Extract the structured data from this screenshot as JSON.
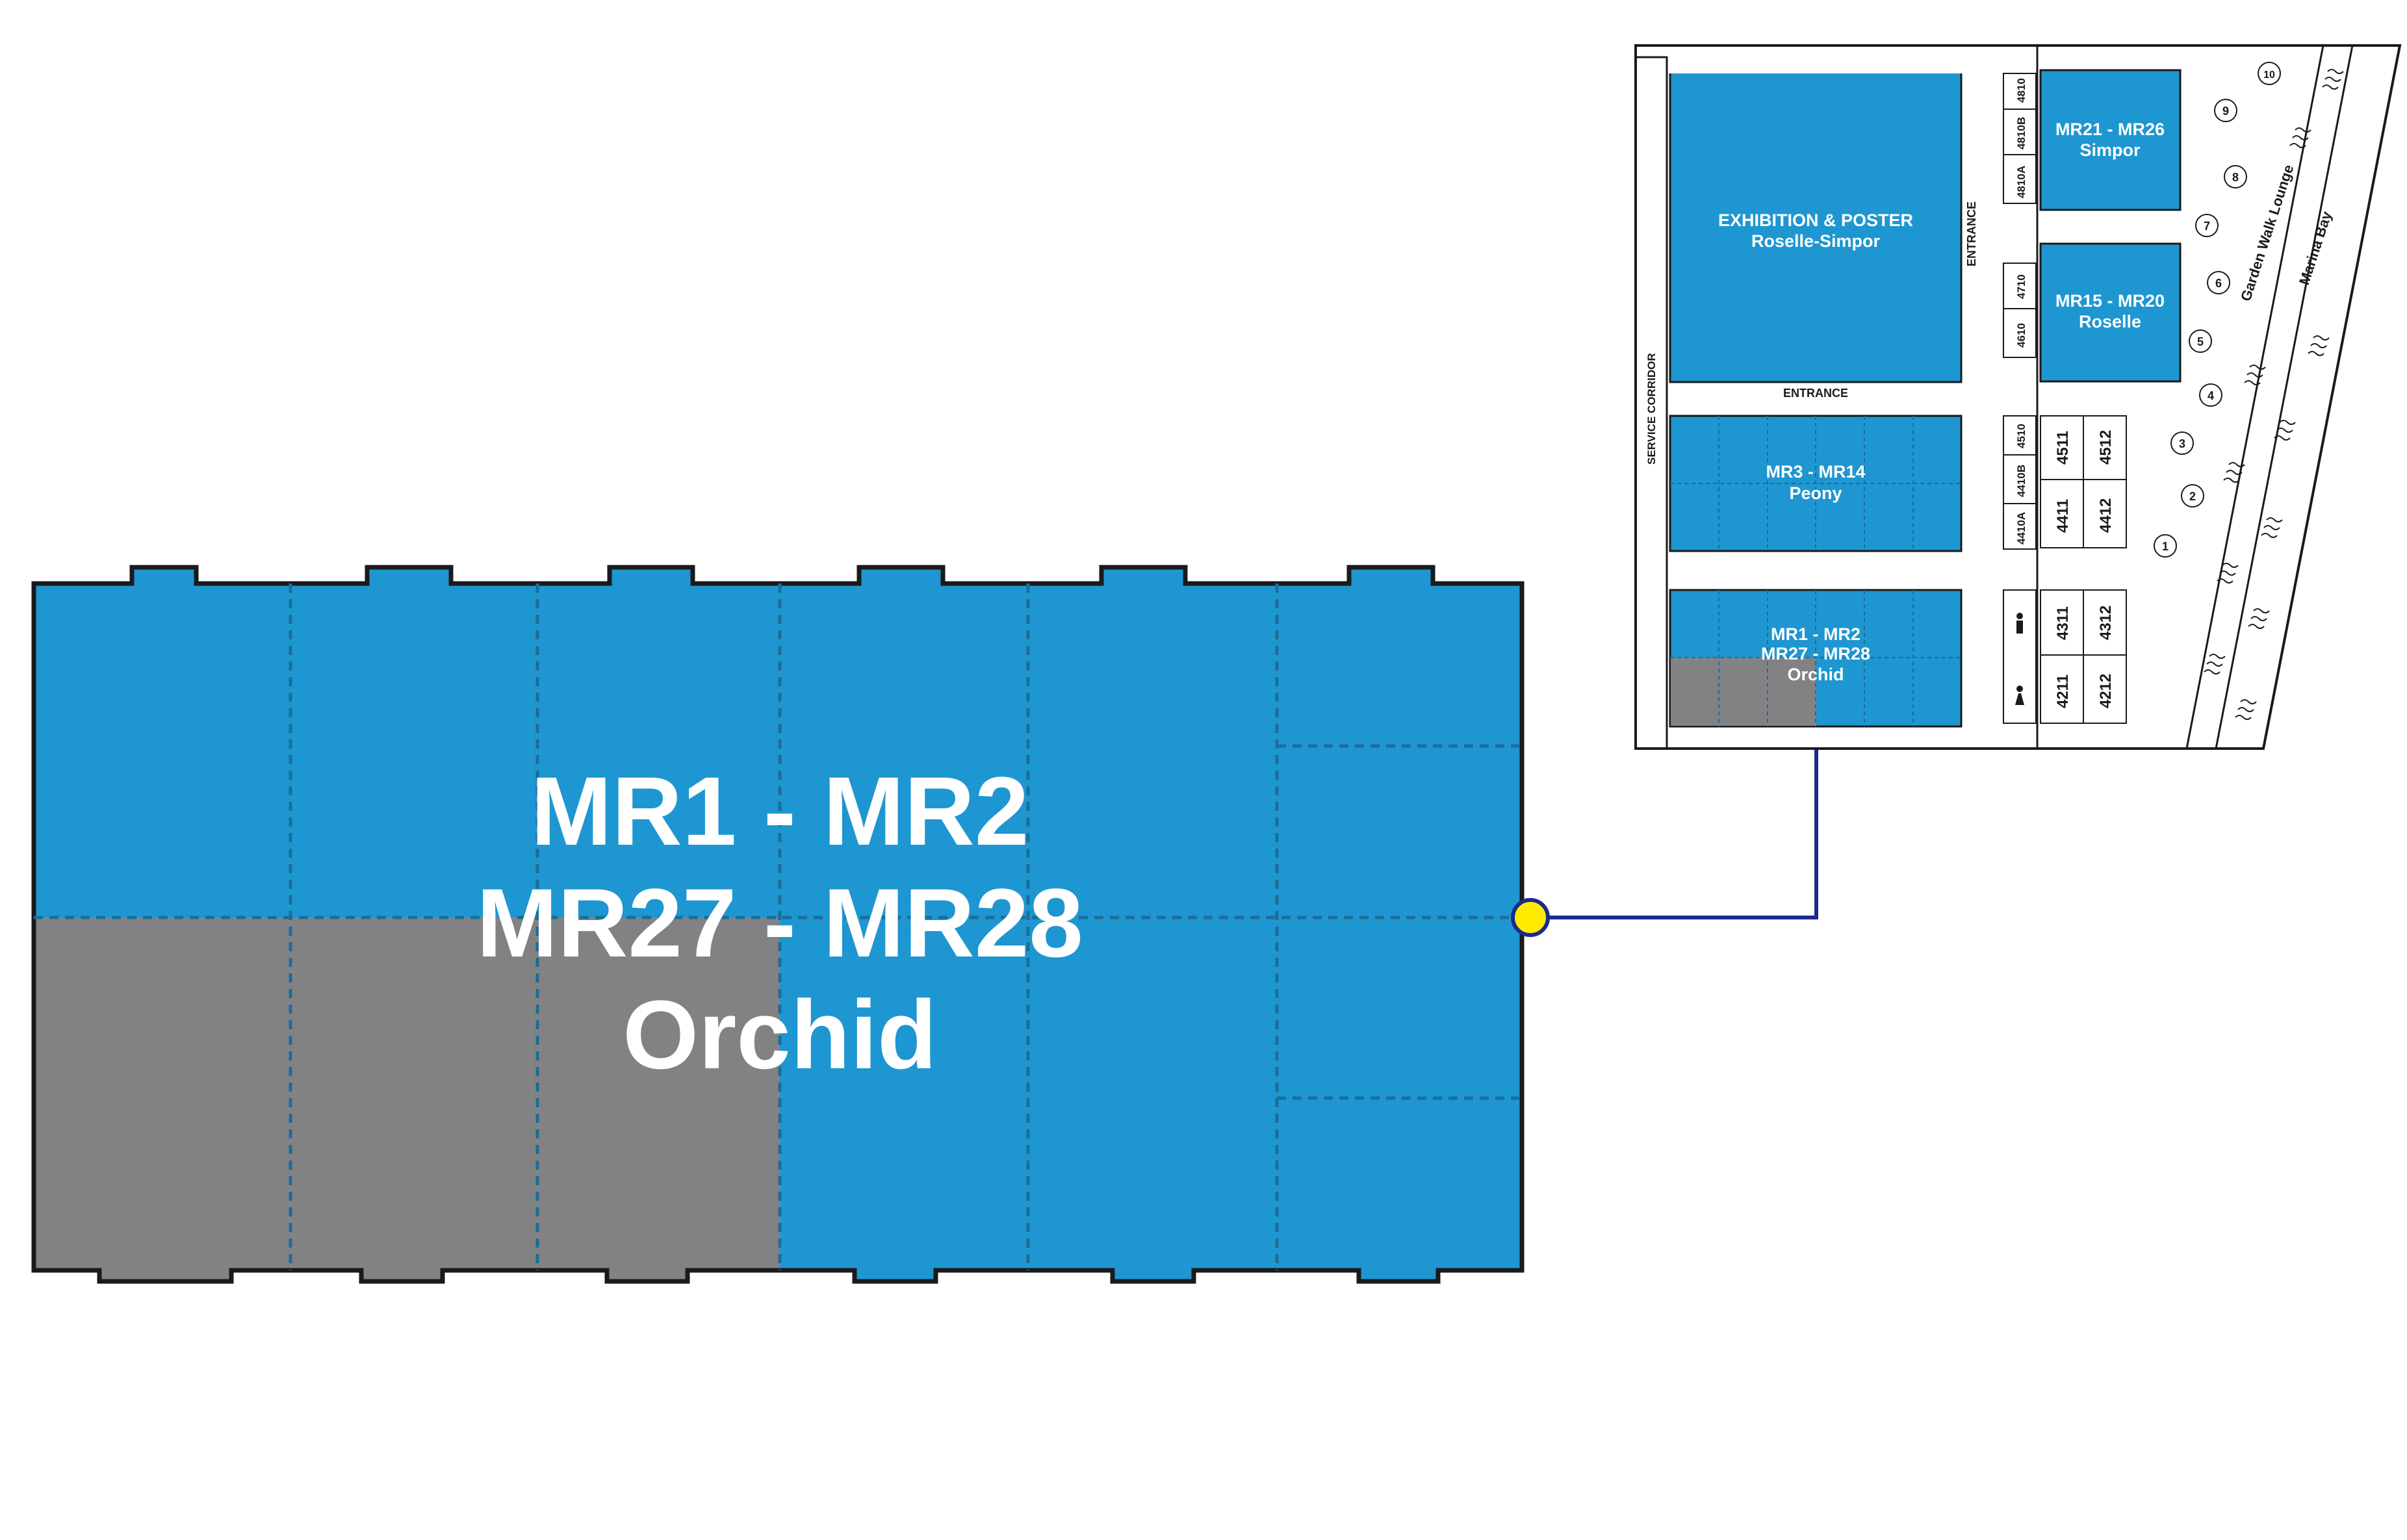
{
  "colors": {
    "room_blue": "#1e96d1",
    "room_grey": "#828285",
    "outline": "#1a1a1a",
    "dashed": "#1a6e99",
    "connector": "#1b2a8c",
    "marker_yellow": "#ffeb00"
  },
  "enlarged": {
    "line1": "MR1 - MR2",
    "line2": "MR27 - MR28",
    "line3": "Orchid"
  },
  "minimap": {
    "service_corridor": "SERVICE CORRIDOR",
    "entrance_horizontal": "ENTRANCE",
    "entrance_vertical": "ENTRANCE",
    "exhibition": {
      "line1": "EXHIBITION & POSTER",
      "line2": "Roselle-Simpor"
    },
    "peony": {
      "line1": "MR3 - MR14",
      "line2": "Peony"
    },
    "orchid": {
      "line1": "MR1 - MR2",
      "line2": "MR27 - MR28",
      "line3": "Orchid"
    },
    "simpor": {
      "line1": "MR21 - MR26",
      "line2": "Simpor"
    },
    "roselle": {
      "line1": "MR15 - MR20",
      "line2": "Roselle"
    },
    "small_rooms": [
      "4810",
      "4810B",
      "4810A",
      "4710",
      "4610",
      "4510",
      "4410B",
      "4410A"
    ],
    "rooms_upper": [
      "4511",
      "4512",
      "4411",
      "4412"
    ],
    "rooms_lower": [
      "4311",
      "4312",
      "4211",
      "4212"
    ],
    "garden_walk_lounge": "Garden Walk Lounge",
    "marina_bay": "Marina Bay",
    "numbered_points": [
      "1",
      "2",
      "3",
      "4",
      "5",
      "6",
      "7",
      "8",
      "9",
      "10"
    ],
    "restroom_icons": [
      "male-restroom-icon",
      "female-restroom-icon"
    ]
  }
}
